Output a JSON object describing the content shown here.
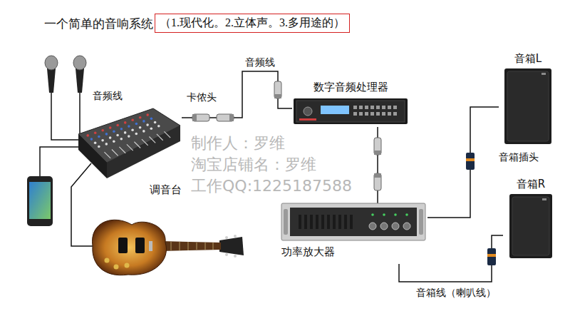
{
  "diagram": {
    "title": "一个简单的音响系统",
    "nodes": [
      {
        "text": [
          "（1.现代化。2.立体声。3.多用途的）"
        ]
      },
      {
        "text": [
          "调音台"
        ]
      },
      {
        "text": [
          "数字音频处理器"
        ]
      },
      {
        "text": [
          "功率放大器"
        ]
      },
      {
        "text": [
          "音箱L"
        ]
      },
      {
        "text": [
          "音箱R"
        ]
      }
    ],
    "edges": [
      {
        "from": 1,
        "to": 2,
        "arrow": "none",
        "label": "音频线"
      },
      {
        "from": 2,
        "to": 3,
        "arrow": "none"
      },
      {
        "from": 3,
        "to": 4,
        "arrow": "none"
      },
      {
        "from": 3,
        "to": 5,
        "arrow": "none",
        "label": "音箱线（喇叭线）"
      }
    ],
    "labels": [
      "音频线",
      "卡侬头",
      "音箱插头",
      "制作人：罗维",
      "淘宝店铺名：罗维",
      "工作QQ:1225187588"
    ]
  }
}
